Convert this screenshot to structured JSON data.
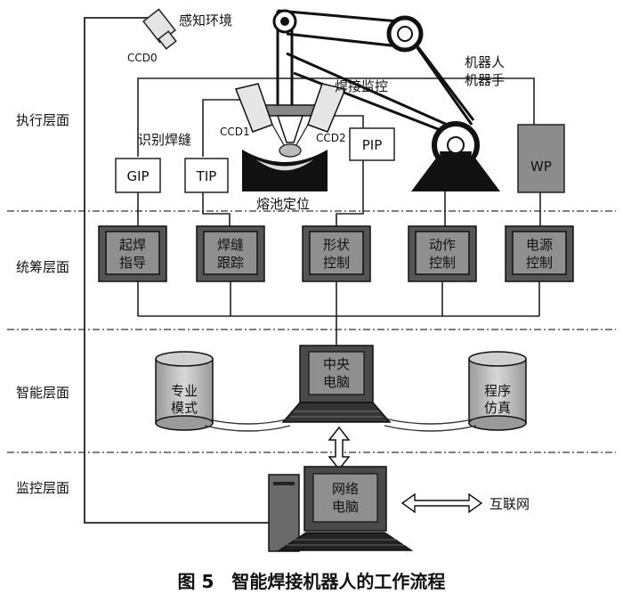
{
  "layers": {
    "execution": "执行层面",
    "coordination": "统筹层面",
    "intelligence": "智能层面",
    "monitoring": "监控层面"
  },
  "labels": {
    "perception": "感知环境",
    "ccd0": "CCD0",
    "weld_monitor": "焊接监控",
    "robot_arm_line1": "机器人",
    "robot_arm_line2": "机器手",
    "identify_seam": "识别焊缝",
    "ccd1": "CCD1",
    "ccd2": "CCD2",
    "pool_position": "熔池定位",
    "internet": "互联网"
  },
  "sensors": {
    "gip": "GIP",
    "tip": "TIP",
    "pip": "PIP",
    "wp": "WP"
  },
  "controls": [
    {
      "line1": "起焊",
      "line2": "指导"
    },
    {
      "line1": "焊缝",
      "line2": "跟踪"
    },
    {
      "line1": "形状",
      "line2": "控制"
    },
    {
      "line1": "动作",
      "line2": "控制"
    },
    {
      "line1": "电源",
      "line2": "控制"
    }
  ],
  "central": {
    "line1": "中央",
    "line2": "电脑"
  },
  "expert": {
    "line1": "专业",
    "line2": "模式"
  },
  "simulation": {
    "line1": "程序",
    "line2": "仿真"
  },
  "network_pc": {
    "line1": "网络",
    "line2": "电脑"
  },
  "caption": "图 5　智能焊接机器人的工作流程"
}
